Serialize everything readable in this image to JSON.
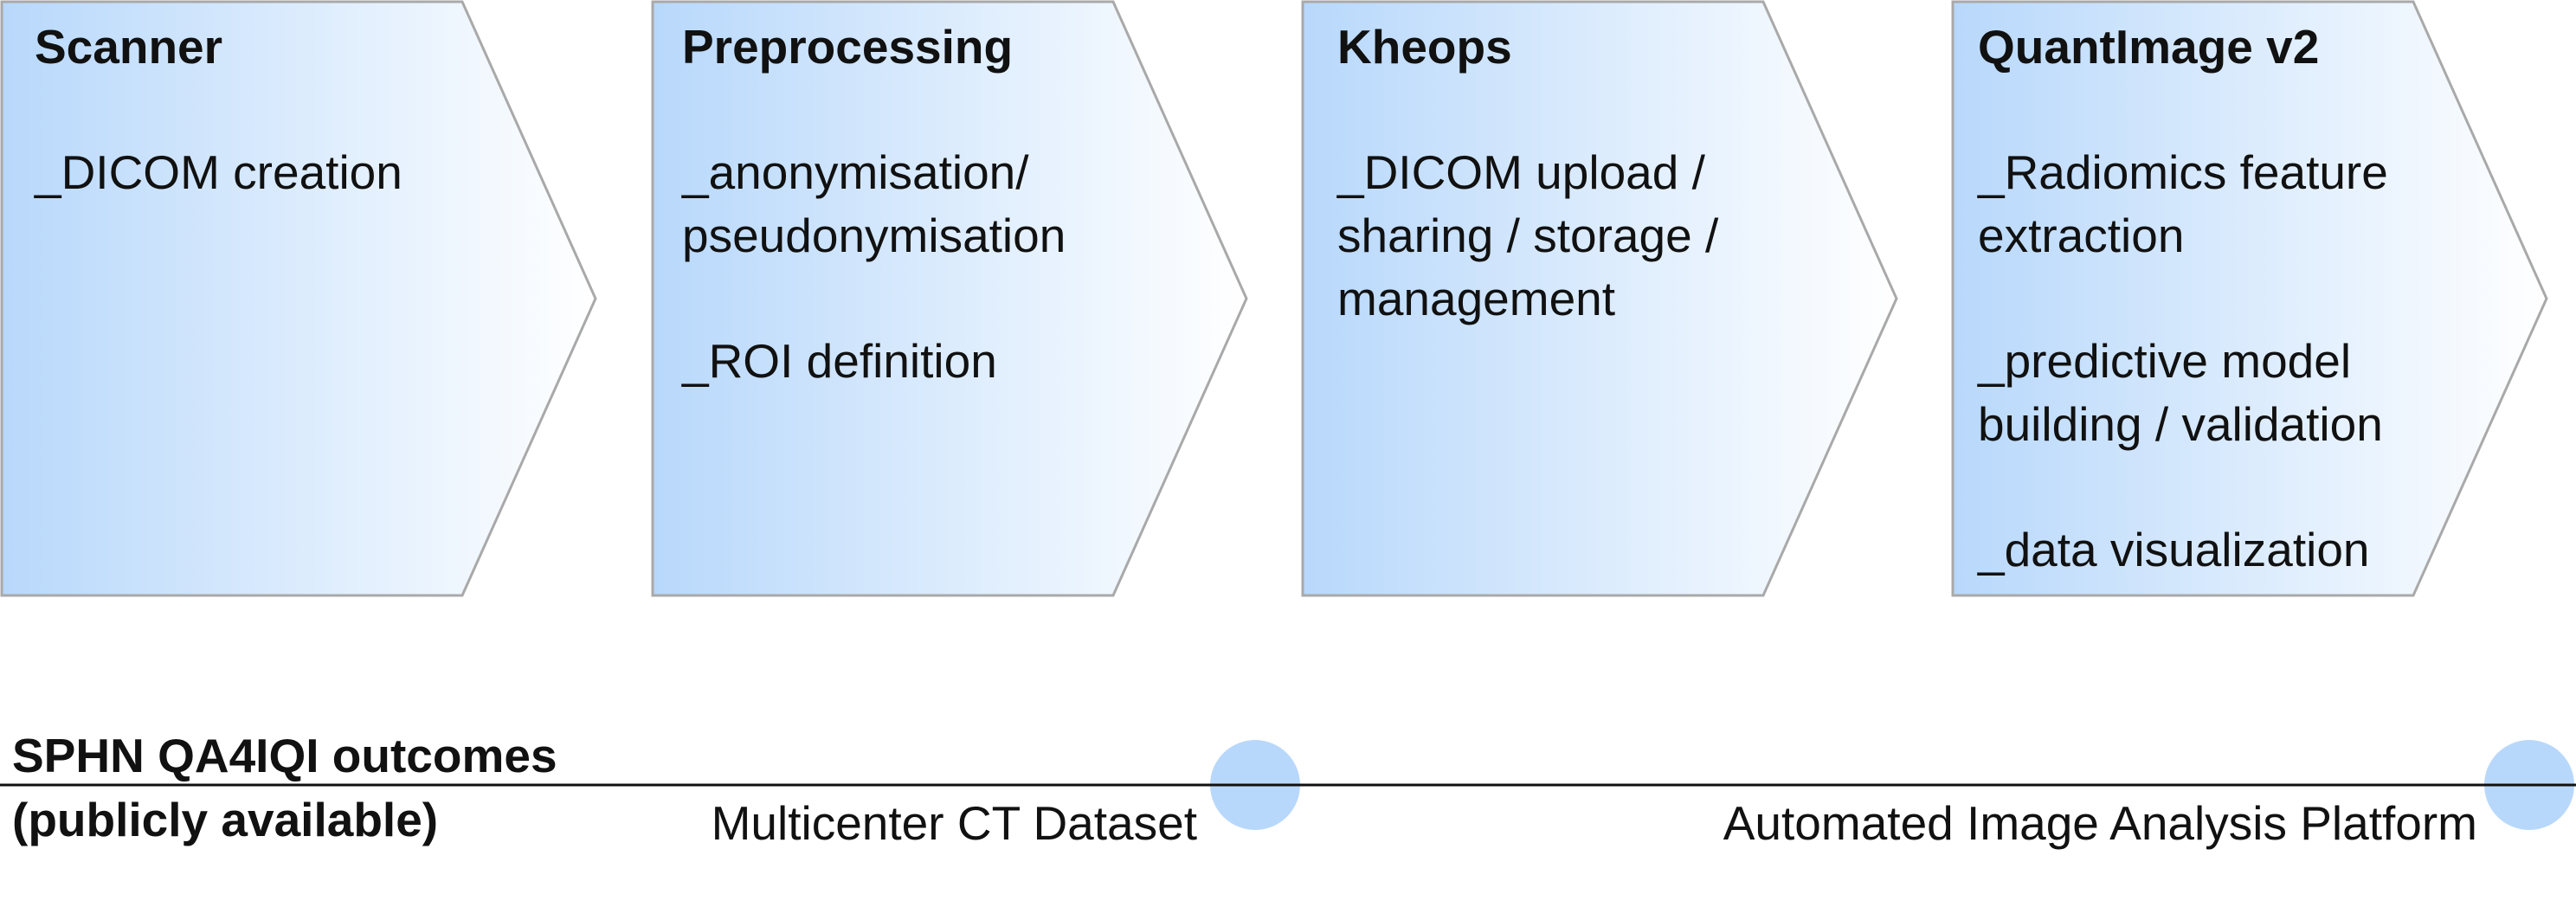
{
  "colors": {
    "chevron_fill_start": "#b8d8fb",
    "chevron_fill_end": "#ffffff",
    "chevron_stroke": "#a9a9a9",
    "milestone_marker": "#b8d8fb",
    "timeline": "#111111",
    "text": "#111111"
  },
  "stages": [
    {
      "title": "Scanner",
      "items": [
        [
          "_DICOM creation"
        ]
      ]
    },
    {
      "title": "Preprocessing",
      "items": [
        [
          "_anonymisation/",
          "pseudonymisation"
        ],
        [
          "_ROI definition"
        ]
      ]
    },
    {
      "title": "Kheops",
      "items": [
        [
          "_DICOM upload /",
          "sharing / storage /",
          "management"
        ]
      ]
    },
    {
      "title": "QuantImage v2",
      "items": [
        [
          "_Radiomics feature",
          "extraction"
        ],
        [
          "_predictive model",
          "building / validation"
        ],
        [
          "_data visualization"
        ]
      ]
    }
  ],
  "outcomes": {
    "heading_lines": [
      "SPHN QA4IQI outcomes",
      "(publicly available)"
    ],
    "milestones": [
      {
        "label": "Multicenter CT Dataset",
        "after_stage": 2
      },
      {
        "label": "Automated Image Analysis Platform",
        "after_stage": 4
      }
    ]
  }
}
